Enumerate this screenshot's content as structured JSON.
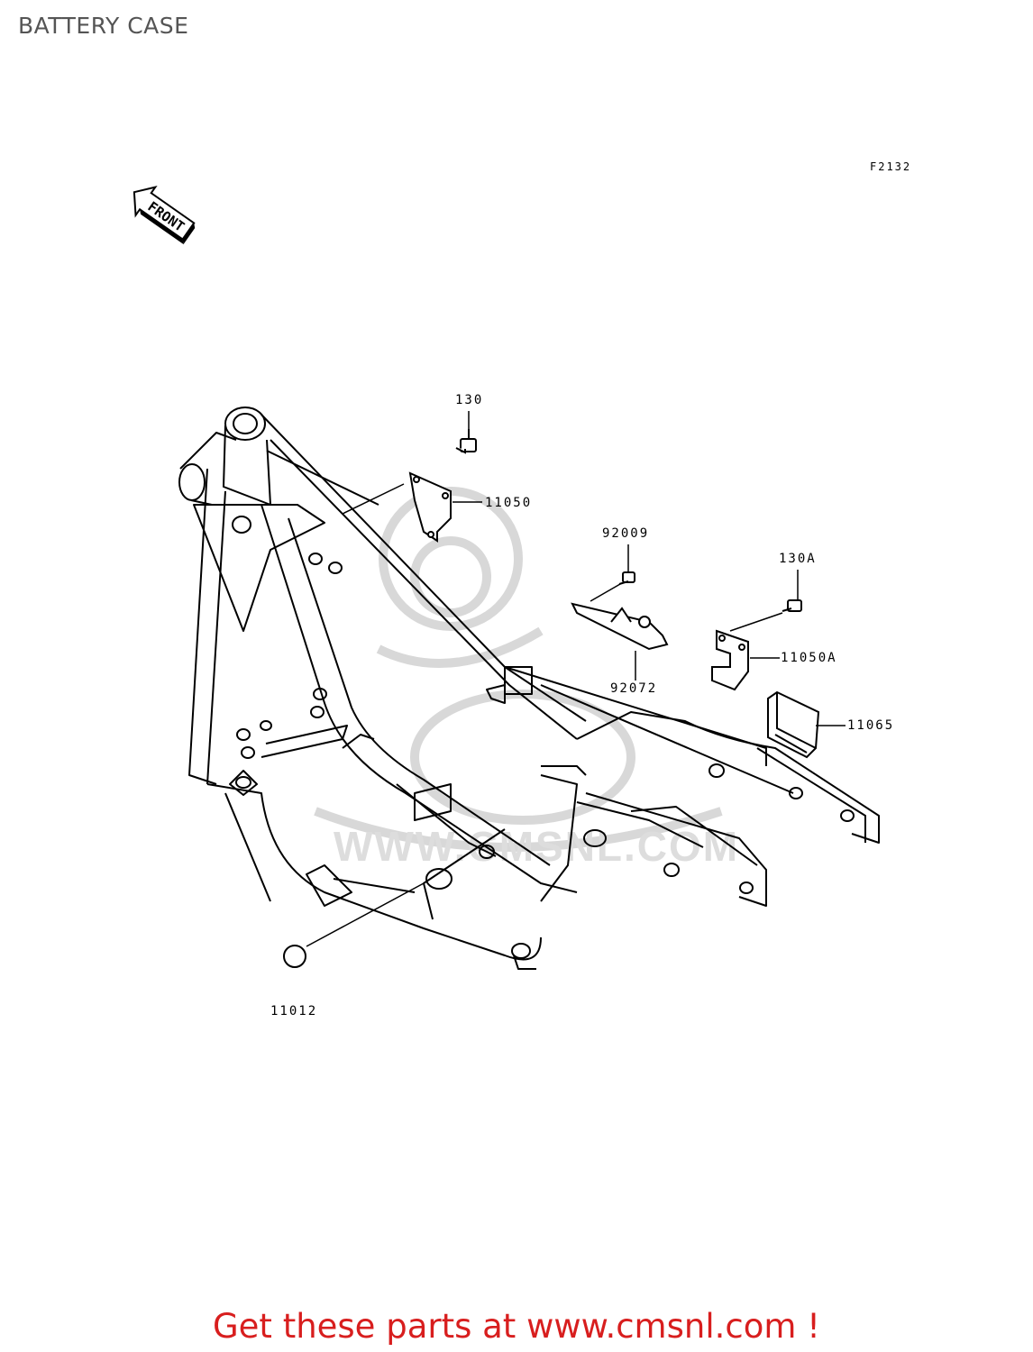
{
  "page": {
    "title": "BATTERY CASE",
    "figure_code": "F2132"
  },
  "front_arrow": {
    "label": "FRONT"
  },
  "parts": [
    {
      "id": "130",
      "label": "130"
    },
    {
      "id": "11050",
      "label": "11050"
    },
    {
      "id": "92009",
      "label": "92009"
    },
    {
      "id": "130A",
      "label": "130A"
    },
    {
      "id": "11050A",
      "label": "11050A"
    },
    {
      "id": "92072",
      "label": "92072"
    },
    {
      "id": "11065",
      "label": "11065"
    },
    {
      "id": "11012",
      "label": "11012"
    }
  ],
  "watermark": {
    "text": "WWW.CMSNL.COM"
  },
  "footer": {
    "link_text": "Get these parts at www.cmsnl.com !",
    "color": "#d81e1e"
  },
  "colors": {
    "line": "#000000",
    "watermark": "#d8d8d8",
    "title": "#555555"
  }
}
